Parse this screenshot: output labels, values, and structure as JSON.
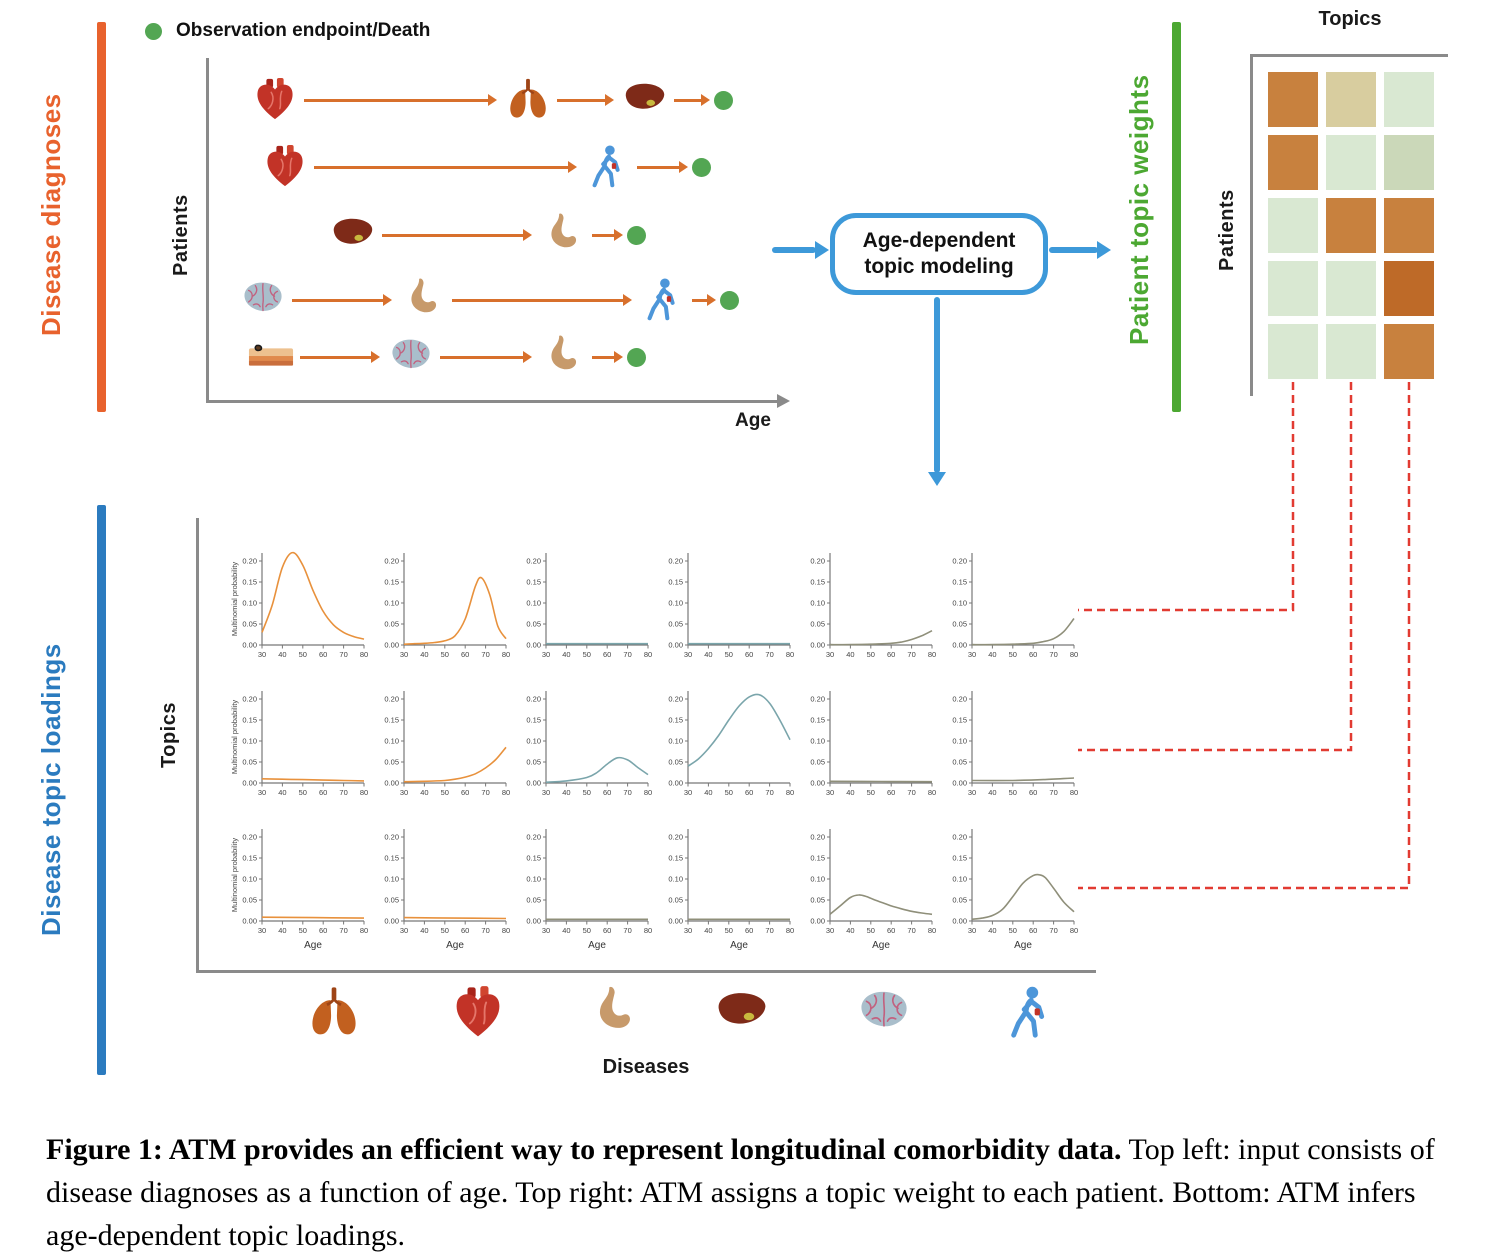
{
  "figure": {
    "legend": {
      "label": "Observation endpoint/Death"
    },
    "sections": {
      "diagnoses": {
        "label": "Disease diagnoses",
        "bar_color": "#E8622D",
        "y_axis": "Patients",
        "x_axis": "Age"
      },
      "topic_weights": {
        "label": "Patient topic weights",
        "bar_color": "#4CA832",
        "col_header": "Topics",
        "row_header": "Patients"
      },
      "topic_loadings": {
        "label": "Disease topic loadings",
        "bar_color": "#2B7BBF",
        "y_axis": "Topics",
        "x_axis": "Diseases"
      }
    },
    "process_box": {
      "line1": "Age-dependent",
      "line2": "topic modeling",
      "border_color": "#3D99D9"
    },
    "patients": [
      {
        "sequence": [
          "heart",
          "lungs",
          "liver"
        ],
        "endpoint": true
      },
      {
        "sequence": [
          "heart",
          "person"
        ],
        "endpoint": true
      },
      {
        "sequence": [
          "liver",
          "stomach"
        ],
        "endpoint": true
      },
      {
        "sequence": [
          "brain",
          "stomach",
          "person"
        ],
        "endpoint": true
      },
      {
        "sequence": [
          "skin",
          "brain",
          "stomach"
        ],
        "endpoint": true
      }
    ],
    "endpoint_color": "#53A653",
    "heatmap": {
      "cell_colors": [
        [
          "#C8813E",
          "#D8CD9F",
          "#D9E8D2"
        ],
        [
          "#C8813E",
          "#D9E8D2",
          "#CBD8B9"
        ],
        [
          "#D9E8D2",
          "#C8813E",
          "#C8813E"
        ],
        [
          "#D9E8D2",
          "#D9E8D2",
          "#BE6A28"
        ],
        [
          "#D9E8D2",
          "#D9E8D2",
          "#C8813E"
        ]
      ],
      "high_color": "#C8813E",
      "low_color": "#D9E8D2"
    },
    "disease_icons": [
      "lungs",
      "heart",
      "stomach",
      "liver",
      "brain",
      "person"
    ],
    "connector_color": "#E23B32",
    "caption": {
      "bold": "Figure 1: ATM provides an efficient way to represent longitudinal comorbidity data.",
      "rest": " Top left: input consists of disease diagnoses as a function of age. Top right: ATM assigns a topic weight to each patient. Bottom: ATM infers age-dependent topic loadings."
    }
  },
  "chart_data": {
    "type": "line",
    "layout": "3x6 small multiples (rows = topics, columns = diseases)",
    "columns": [
      "lungs",
      "heart",
      "stomach",
      "liver",
      "brain",
      "person"
    ],
    "xlabel": "Age",
    "ylabel": "Multinomial probability",
    "x_range": [
      30,
      80
    ],
    "y_range": [
      0,
      0.22
    ],
    "x_ticks": [
      30,
      40,
      50,
      60,
      70,
      80
    ],
    "y_tick_values": [
      0,
      0.05,
      0.1,
      0.15,
      0.2
    ],
    "y_tick_labels": [
      "0.00",
      "0.05",
      "0.10",
      "0.15",
      "0.20"
    ],
    "grid": false,
    "subplots": [
      {
        "row": 0,
        "col": 0,
        "color": "#E8913C",
        "points": [
          [
            30,
            0.03
          ],
          [
            35,
            0.095
          ],
          [
            40,
            0.185
          ],
          [
            45,
            0.22
          ],
          [
            50,
            0.19
          ],
          [
            55,
            0.13
          ],
          [
            60,
            0.08
          ],
          [
            65,
            0.048
          ],
          [
            70,
            0.03
          ],
          [
            75,
            0.02
          ],
          [
            80,
            0.014
          ]
        ]
      },
      {
        "row": 0,
        "col": 1,
        "color": "#E8913C",
        "points": [
          [
            30,
            0.002
          ],
          [
            35,
            0.003
          ],
          [
            40,
            0.004
          ],
          [
            45,
            0.006
          ],
          [
            50,
            0.01
          ],
          [
            55,
            0.022
          ],
          [
            60,
            0.062
          ],
          [
            65,
            0.14
          ],
          [
            68,
            0.16
          ],
          [
            72,
            0.12
          ],
          [
            76,
            0.045
          ],
          [
            80,
            0.015
          ]
        ]
      },
      {
        "row": 0,
        "col": 2,
        "color": "#7AA5AB",
        "points": [
          [
            30,
            0.003
          ],
          [
            55,
            0.003
          ],
          [
            80,
            0.003
          ]
        ]
      },
      {
        "row": 0,
        "col": 3,
        "color": "#7AA5AB",
        "points": [
          [
            30,
            0.003
          ],
          [
            55,
            0.003
          ],
          [
            80,
            0.003
          ]
        ]
      },
      {
        "row": 0,
        "col": 4,
        "color": "#8F8F7A",
        "points": [
          [
            30,
            0.001
          ],
          [
            40,
            0.001
          ],
          [
            50,
            0.002
          ],
          [
            60,
            0.004
          ],
          [
            65,
            0.007
          ],
          [
            70,
            0.013
          ],
          [
            75,
            0.022
          ],
          [
            80,
            0.034
          ]
        ]
      },
      {
        "row": 0,
        "col": 5,
        "color": "#8F8F7A",
        "points": [
          [
            30,
            0.001
          ],
          [
            40,
            0.001
          ],
          [
            50,
            0.002
          ],
          [
            60,
            0.004
          ],
          [
            65,
            0.008
          ],
          [
            70,
            0.015
          ],
          [
            75,
            0.032
          ],
          [
            80,
            0.063
          ]
        ]
      },
      {
        "row": 1,
        "col": 0,
        "color": "#E8913C",
        "points": [
          [
            30,
            0.01
          ],
          [
            40,
            0.009
          ],
          [
            50,
            0.008
          ],
          [
            60,
            0.007
          ],
          [
            70,
            0.006
          ],
          [
            80,
            0.005
          ]
        ]
      },
      {
        "row": 1,
        "col": 1,
        "color": "#E8913C",
        "points": [
          [
            30,
            0.003
          ],
          [
            40,
            0.004
          ],
          [
            50,
            0.006
          ],
          [
            55,
            0.009
          ],
          [
            60,
            0.014
          ],
          [
            65,
            0.022
          ],
          [
            70,
            0.036
          ],
          [
            75,
            0.056
          ],
          [
            80,
            0.085
          ]
        ]
      },
      {
        "row": 1,
        "col": 2,
        "color": "#7AA5AB",
        "points": [
          [
            30,
            0.002
          ],
          [
            40,
            0.005
          ],
          [
            50,
            0.013
          ],
          [
            55,
            0.025
          ],
          [
            60,
            0.045
          ],
          [
            65,
            0.06
          ],
          [
            70,
            0.055
          ],
          [
            75,
            0.037
          ],
          [
            80,
            0.02
          ]
        ]
      },
      {
        "row": 1,
        "col": 3,
        "color": "#7AA5AB",
        "points": [
          [
            30,
            0.04
          ],
          [
            35,
            0.057
          ],
          [
            40,
            0.082
          ],
          [
            45,
            0.113
          ],
          [
            50,
            0.15
          ],
          [
            55,
            0.183
          ],
          [
            60,
            0.205
          ],
          [
            65,
            0.21
          ],
          [
            70,
            0.19
          ],
          [
            75,
            0.15
          ],
          [
            80,
            0.103
          ]
        ]
      },
      {
        "row": 1,
        "col": 4,
        "color": "#8F8F7A",
        "points": [
          [
            30,
            0.004
          ],
          [
            55,
            0.0035
          ],
          [
            80,
            0.003
          ]
        ]
      },
      {
        "row": 1,
        "col": 5,
        "color": "#8F8F7A",
        "points": [
          [
            30,
            0.006
          ],
          [
            50,
            0.006
          ],
          [
            65,
            0.008
          ],
          [
            80,
            0.012
          ]
        ]
      },
      {
        "row": 2,
        "col": 0,
        "color": "#E8913C",
        "points": [
          [
            30,
            0.009
          ],
          [
            55,
            0.008
          ],
          [
            80,
            0.007
          ]
        ]
      },
      {
        "row": 2,
        "col": 1,
        "color": "#E8913C",
        "points": [
          [
            30,
            0.008
          ],
          [
            55,
            0.007
          ],
          [
            80,
            0.006
          ]
        ]
      },
      {
        "row": 2,
        "col": 2,
        "color": "#8F8F7A",
        "points": [
          [
            30,
            0.004
          ],
          [
            55,
            0.004
          ],
          [
            80,
            0.004
          ]
        ]
      },
      {
        "row": 2,
        "col": 3,
        "color": "#8F8F7A",
        "points": [
          [
            30,
            0.004
          ],
          [
            55,
            0.004
          ],
          [
            80,
            0.004
          ]
        ]
      },
      {
        "row": 2,
        "col": 4,
        "color": "#8F8F7A",
        "points": [
          [
            30,
            0.016
          ],
          [
            35,
            0.036
          ],
          [
            40,
            0.056
          ],
          [
            44,
            0.062
          ],
          [
            48,
            0.058
          ],
          [
            52,
            0.05
          ],
          [
            56,
            0.043
          ],
          [
            60,
            0.036
          ],
          [
            65,
            0.029
          ],
          [
            70,
            0.023
          ],
          [
            75,
            0.019
          ],
          [
            80,
            0.016
          ]
        ]
      },
      {
        "row": 2,
        "col": 5,
        "color": "#8F8F7A",
        "points": [
          [
            30,
            0.004
          ],
          [
            35,
            0.007
          ],
          [
            40,
            0.013
          ],
          [
            45,
            0.028
          ],
          [
            50,
            0.058
          ],
          [
            55,
            0.09
          ],
          [
            60,
            0.108
          ],
          [
            63,
            0.11
          ],
          [
            66,
            0.103
          ],
          [
            70,
            0.078
          ],
          [
            75,
            0.045
          ],
          [
            80,
            0.022
          ]
        ]
      }
    ]
  }
}
